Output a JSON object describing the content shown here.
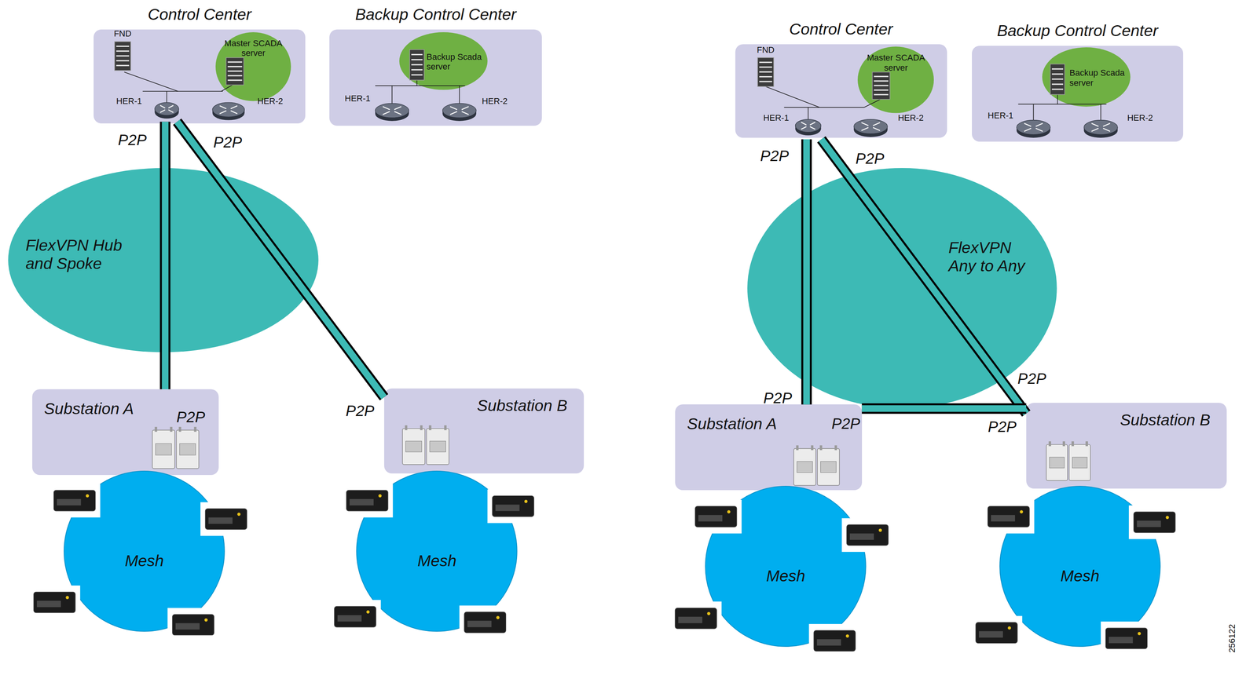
{
  "diagram": {
    "nodes": [
      {
        "text": [
          "Control Center"
        ]
      },
      {
        "text": [
          "FND"
        ],
        "in": 0
      },
      {
        "text": [
          "Master SCADA server"
        ],
        "in": 0
      },
      {
        "text": [
          "HER-1"
        ],
        "in": 0
      },
      {
        "text": [
          "HER-2"
        ],
        "in": 0
      },
      {
        "text": [
          "Backup Control Center"
        ]
      },
      {
        "text": [
          "Backup Scada server"
        ],
        "in": 5
      },
      {
        "text": [
          "HER-1"
        ],
        "in": 5
      },
      {
        "text": [
          "HER-2"
        ],
        "in": 5
      },
      {
        "text": [
          "FlexVPN Hub and Spoke"
        ]
      },
      {
        "text": [
          "Substation A"
        ]
      },
      {
        "text": [
          "Substation B"
        ]
      },
      {
        "text": [
          "Mesh"
        ]
      },
      {
        "text": [
          "Mesh"
        ]
      },
      {
        "text": [
          "Control Center"
        ]
      },
      {
        "text": [
          "FND"
        ],
        "in": 14
      },
      {
        "text": [
          "Master SCADA server"
        ],
        "in": 14
      },
      {
        "text": [
          "HER-1"
        ],
        "in": 14
      },
      {
        "text": [
          "HER-2"
        ],
        "in": 14
      },
      {
        "text": [
          "Backup Control Center"
        ]
      },
      {
        "text": [
          "Backup Scada server"
        ],
        "in": 19
      },
      {
        "text": [
          "HER-1"
        ],
        "in": 19
      },
      {
        "text": [
          "HER-2"
        ],
        "in": 19
      },
      {
        "text": [
          "FlexVPN Any to Any"
        ]
      },
      {
        "text": [
          "Substation A"
        ]
      },
      {
        "text": [
          "Substation B"
        ]
      },
      {
        "text": [
          "Mesh"
        ]
      },
      {
        "text": [
          "Mesh"
        ]
      }
    ],
    "edges": [
      {
        "from": 3,
        "to": 10,
        "arrow": "none",
        "label": "P2P"
      },
      {
        "from": 3,
        "to": 11,
        "arrow": "none",
        "label": "P2P"
      },
      {
        "from": 17,
        "to": 24,
        "arrow": "none",
        "label": "P2P"
      },
      {
        "from": 17,
        "to": 25,
        "arrow": "none",
        "label": "P2P"
      },
      {
        "from": 24,
        "to": 25,
        "arrow": "none",
        "label": "P2P"
      }
    ],
    "labels": [
      "P2P",
      "P2P",
      "P2P",
      "P2P",
      "P2P",
      "256122"
    ]
  }
}
